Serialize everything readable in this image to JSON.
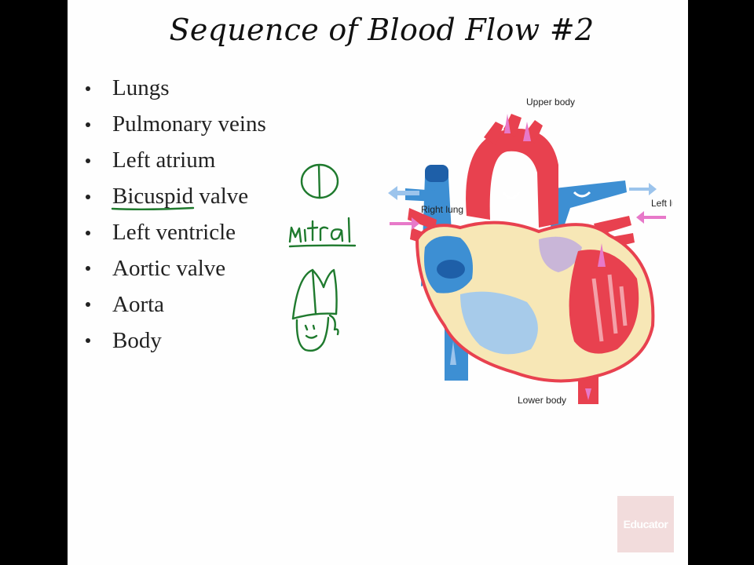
{
  "title": "Sequence of Blood Flow #2",
  "bullets": [
    "Lungs",
    "Pulmonary veins",
    "Left atrium",
    "Bicuspid valve",
    "Left ventricle",
    "Aortic valve",
    "Aorta",
    "Body"
  ],
  "annotations": {
    "handwritten_word": "mitral",
    "ink_color": "#1f7a2e"
  },
  "diagram": {
    "labels": {
      "upper_body": "Upper body",
      "right_lung": "Right lung",
      "left_lung": "Left lung",
      "lower_body": "Lower body"
    },
    "colors": {
      "oxygenated": "#e8414f",
      "deoxygenated": "#3d8fd3",
      "wall": "#f7e7b6",
      "arrow_pink": "#e779c9",
      "arrow_blue": "#9cc4ec"
    }
  },
  "watermark": "Educator"
}
